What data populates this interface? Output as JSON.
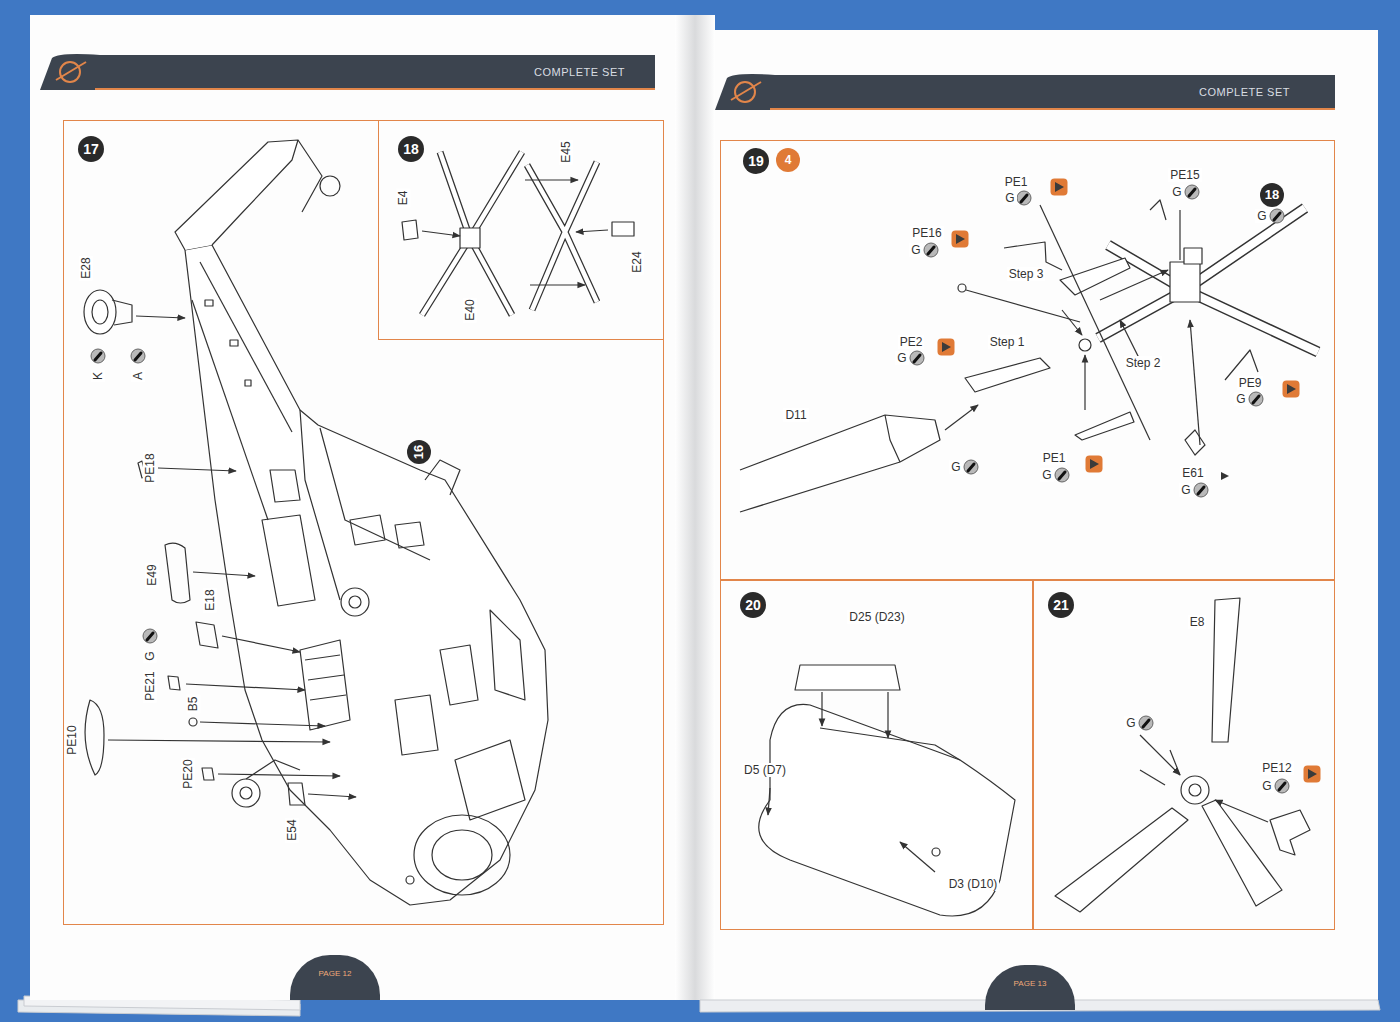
{
  "diagram": {
    "nodes": [
      {
        "text": [
          "COMPLETE SET"
        ]
      },
      {
        "text": [
          "17"
        ]
      },
      {
        "text": [
          "18"
        ]
      },
      {
        "text": [
          "PAGE 12"
        ]
      },
      {
        "text": [
          "COMPLETE SET"
        ]
      },
      {
        "text": [
          "19"
        ]
      },
      {
        "text": [
          "20"
        ]
      },
      {
        "text": [
          "21"
        ]
      },
      {
        "text": [
          "PAGE 13"
        ]
      }
    ],
    "labels": [
      "16",
      "E28",
      "K",
      "A",
      "PE18",
      "E49",
      "G",
      "E18",
      "PE21",
      "B5",
      "PE10",
      "PE20",
      "E54",
      "E4",
      "E40",
      "E45",
      "E24",
      "4",
      "PE1",
      "G",
      "PE15",
      "G",
      "18",
      "G",
      "PE16",
      "G",
      "Step 3",
      "PE2",
      "G",
      "Step 1",
      "Step 2",
      "PE9",
      "G",
      "D11",
      "G",
      "PE1",
      "G",
      "E61",
      "G",
      "D25 (D23)",
      "D5 (D7)",
      "D3 (D10)",
      "E8",
      "G",
      "PE12",
      "G"
    ]
  }
}
